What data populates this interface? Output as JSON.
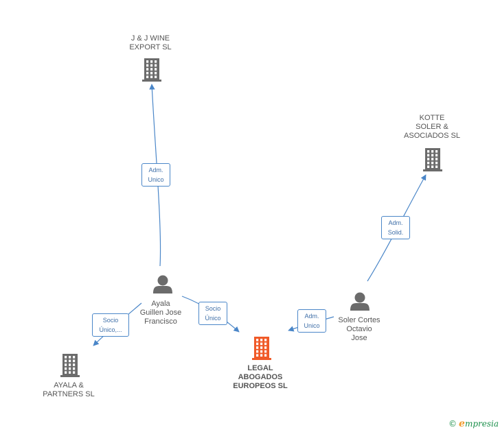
{
  "nodes": [
    {
      "id": "jj",
      "type": "company",
      "label": "J & J WINE\nEXPORT SL",
      "color": "#6b6b6b"
    },
    {
      "id": "kotte",
      "type": "company",
      "label": "KOTTE\nSOLER &\nASOCIADOS SL",
      "color": "#6b6b6b"
    },
    {
      "id": "ayala_p",
      "type": "person",
      "label": "Ayala\nGuillen Jose\nFrancisco",
      "color": "#6b6b6b"
    },
    {
      "id": "soler_p",
      "type": "person",
      "label": "Soler Cortes\nOctavio\nJose",
      "color": "#6b6b6b"
    },
    {
      "id": "ayala_c",
      "type": "company",
      "label": "AYALA &\nPARTNERS SL",
      "color": "#6b6b6b"
    },
    {
      "id": "legal",
      "type": "company",
      "label": "LEGAL\nABOGADOS\nEUROPEOS SL",
      "color": "#f05a28",
      "main": true
    }
  ],
  "edges": [
    {
      "from": "ayala_p",
      "to": "jj",
      "label": "Adm.\nUnico"
    },
    {
      "from": "ayala_p",
      "to": "ayala_c",
      "label": "Socio\nÚnico,..."
    },
    {
      "from": "ayala_p",
      "to": "legal",
      "label": "Socio\nÚnico"
    },
    {
      "from": "soler_p",
      "to": "legal",
      "label": "Adm.\nUnico"
    },
    {
      "from": "soler_p",
      "to": "kotte",
      "label": "Adm.\nSolid."
    }
  ],
  "footer": {
    "copyright": "©",
    "brand_initial": "e",
    "brand_rest": "mpresia"
  },
  "colors": {
    "edge": "#4a86c8",
    "node": "#6b6b6b",
    "main": "#f05a28"
  }
}
